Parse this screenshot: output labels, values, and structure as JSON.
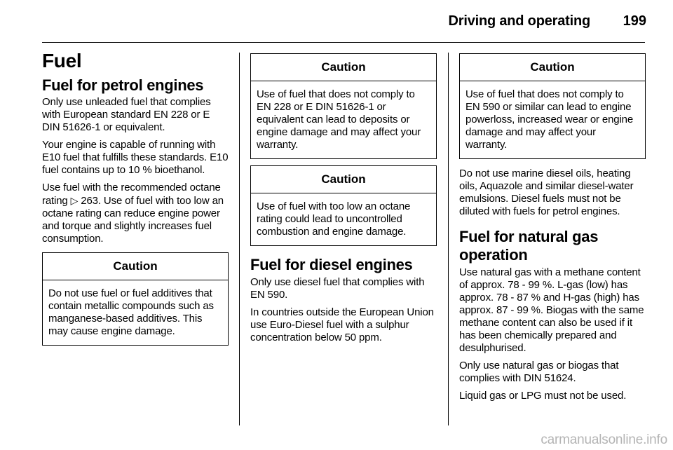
{
  "header": {
    "title": "Driving and operating",
    "page_number": "199"
  },
  "col1": {
    "heading": "Fuel",
    "subheading": "Fuel for petrol engines",
    "para1": "Only use unleaded fuel that complies with European standard EN 228 or E DIN 51626-1 or equivalent.",
    "para2": "Your engine is capable of running with E10 fuel that fulfills these standards. E10 fuel contains up to 10 % bioethanol.",
    "para3_before": "Use fuel with the recommended octane rating ",
    "para3_icon": "page-reference-arrow-icon",
    "para3_after": "263. Use of fuel with too low an octane rating can reduce engine power and torque and slightly increases fuel consumption.",
    "caution": {
      "title": "Caution",
      "text": "Do not use fuel or fuel additives that contain metallic compounds such as manganese-based additives. This may cause engine damage."
    }
  },
  "col2": {
    "caution1": {
      "title": "Caution",
      "text": "Use of fuel that does not comply to EN 228 or E DIN 51626-1 or equivalent can lead to deposits or engine damage and may affect your warranty."
    },
    "caution2": {
      "title": "Caution",
      "text": "Use of fuel with too low an octane rating could lead to uncontrolled combustion and engine damage."
    },
    "subheading": "Fuel for diesel engines",
    "para1": "Only use diesel fuel that complies with EN 590.",
    "para2": "In countries outside the European Union use Euro-Diesel fuel with a sulphur concentration below 50 ppm."
  },
  "col3": {
    "caution": {
      "title": "Caution",
      "text": "Use of fuel that does not comply to EN 590 or similar can lead to engine powerloss, increased wear or engine damage and may affect your warranty."
    },
    "para1": "Do not use marine diesel oils, heating oils, Aquazole and similar diesel-water emulsions. Diesel fuels must not be diluted with fuels for petrol engines.",
    "subheading": "Fuel for natural gas operation",
    "para2": "Use natural gas with a methane content of approx. 78 - 99 %. L-gas (low) has approx. 78 - 87 % and H-gas (high) has approx. 87 - 99 %. Biogas with the same methane content can also be used if it has been chemically prepared and desulphurised.",
    "para3": "Only use natural gas or biogas that complies with DIN 51624.",
    "para4": "Liquid gas or LPG must not be used."
  },
  "watermark": "carmanualsonline.info"
}
